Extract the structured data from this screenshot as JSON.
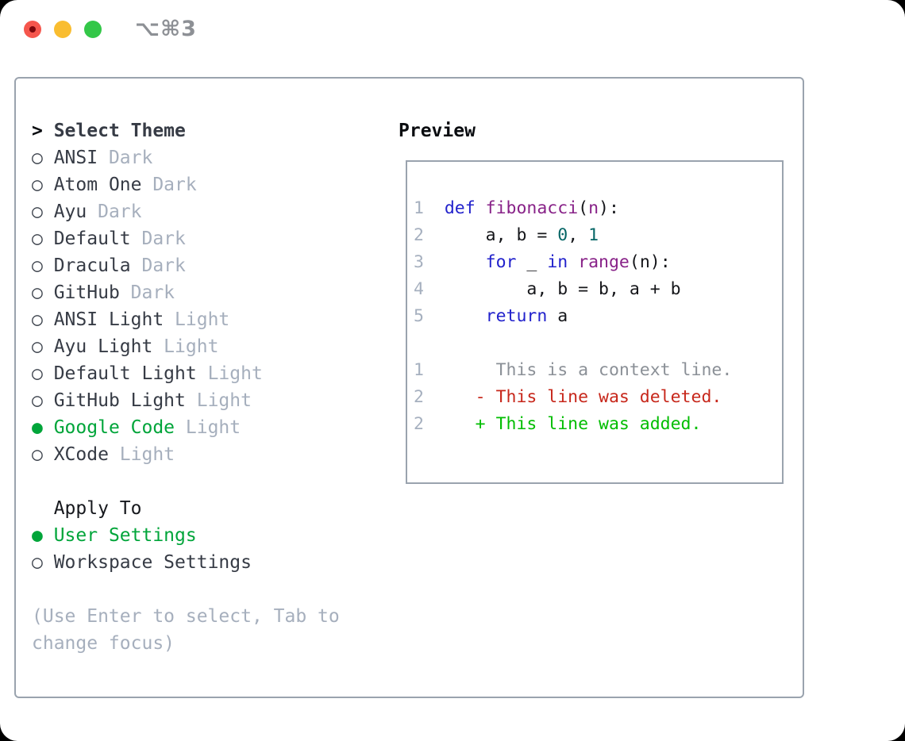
{
  "titlebar": {
    "shortcut": "⌥⌘3",
    "buttons": [
      {
        "name": "close",
        "color": "#f5564d",
        "dot_color": "#7c070c"
      },
      {
        "name": "minimize",
        "color": "#f9bd30"
      },
      {
        "name": "zoom",
        "color": "#33c748"
      }
    ]
  },
  "theme_panel": {
    "header": {
      "prefix": ">",
      "label": "Select Theme"
    },
    "themes": [
      {
        "name": "ANSI",
        "variant": "Dark",
        "selected": false
      },
      {
        "name": "Atom One",
        "variant": "Dark",
        "selected": false
      },
      {
        "name": "Ayu",
        "variant": "Dark",
        "selected": false
      },
      {
        "name": "Default",
        "variant": "Dark",
        "selected": false
      },
      {
        "name": "Dracula",
        "variant": "Dark",
        "selected": false
      },
      {
        "name": "GitHub",
        "variant": "Dark",
        "selected": false
      },
      {
        "name": "ANSI Light",
        "variant": "Light",
        "selected": false
      },
      {
        "name": "Ayu Light",
        "variant": "Light",
        "selected": false
      },
      {
        "name": "Default Light",
        "variant": "Light",
        "selected": false
      },
      {
        "name": "GitHub Light",
        "variant": "Light",
        "selected": false
      },
      {
        "name": "Google Code",
        "variant": "Light",
        "selected": true
      },
      {
        "name": "XCode",
        "variant": "Light",
        "selected": false
      }
    ],
    "radio_unselected": "○",
    "radio_selected": "●",
    "apply_to": {
      "header": "Apply To",
      "options": [
        {
          "name": "User Settings",
          "selected": true
        },
        {
          "name": "Workspace Settings",
          "selected": false
        }
      ]
    },
    "help": "(Use Enter to select, Tab to change focus)"
  },
  "preview": {
    "header": "Preview",
    "lines": [
      {
        "num": "1",
        "segs": [
          [
            "def",
            "kwd"
          ],
          [
            " ",
            "pln"
          ],
          [
            "fibonacci",
            "fn"
          ],
          [
            "(",
            "pln"
          ],
          [
            "n",
            "fn"
          ],
          [
            "):",
            "pln"
          ]
        ]
      },
      {
        "num": "2",
        "segs": [
          [
            "    a, b = ",
            "pln"
          ],
          [
            "0",
            "lit"
          ],
          [
            ", ",
            "pln"
          ],
          [
            "1",
            "lit"
          ]
        ]
      },
      {
        "num": "3",
        "segs": [
          [
            "    ",
            "pln"
          ],
          [
            "for",
            "kwd"
          ],
          [
            " _ ",
            "pln"
          ],
          [
            "in",
            "kwd"
          ],
          [
            " ",
            "pln"
          ],
          [
            "range",
            "fn"
          ],
          [
            "(n):",
            "pln"
          ]
        ]
      },
      {
        "num": "4",
        "segs": [
          [
            "        a, b = b, a + b",
            "pln"
          ]
        ]
      },
      {
        "num": "5",
        "segs": [
          [
            "    ",
            "pln"
          ],
          [
            "return",
            "kwd"
          ],
          [
            " a",
            "pln"
          ]
        ]
      },
      {
        "num": "",
        "segs": []
      },
      {
        "num": "1",
        "segs": [
          [
            "     This is a context line.",
            "ctx"
          ]
        ]
      },
      {
        "num": "2",
        "segs": [
          [
            "   - This line was deleted.",
            "del"
          ]
        ]
      },
      {
        "num": "2",
        "segs": [
          [
            "   + This line was added.",
            "add"
          ]
        ]
      }
    ]
  },
  "colors": {
    "selection_green": "#00a53a",
    "keyword_blue": "#2222cc",
    "function_purple": "#882288",
    "literal_teal": "#066666",
    "deleted_red": "#c7271b",
    "added_green": "#00bd00",
    "context_gray": "#8b9097",
    "muted_gray": "#a6afbd",
    "border_gray": "#9aa3ae"
  }
}
